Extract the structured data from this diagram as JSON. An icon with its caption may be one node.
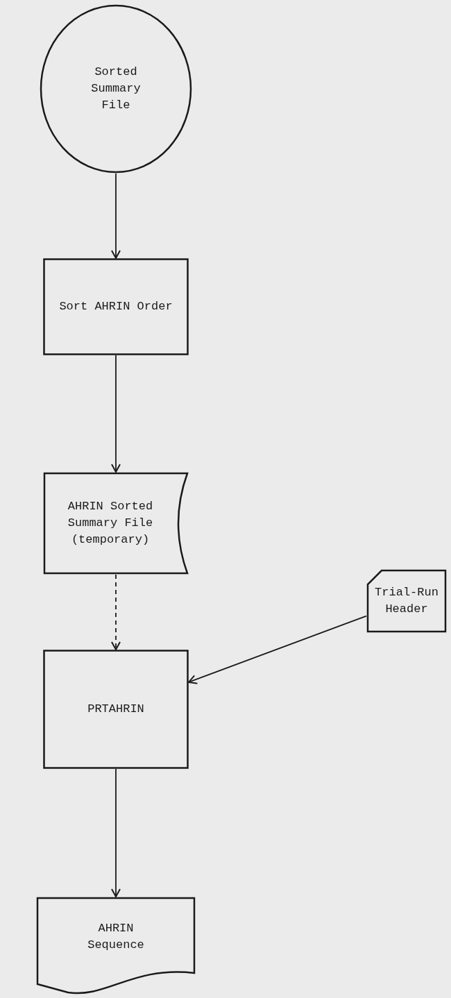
{
  "diagram": {
    "nodes": [
      {
        "text": [
          "Sorted Summary File"
        ]
      },
      {
        "text": [
          "Sort AHRIN Order"
        ]
      },
      {
        "text": [
          "AHRIN Sorted Summary File (temporary)"
        ]
      },
      {
        "text": [
          "Trial-Run Header"
        ]
      },
      {
        "text": [
          "PRTAHRIN"
        ]
      },
      {
        "text": [
          "AHRIN Sequence"
        ]
      }
    ],
    "edges": [
      {
        "from": 0,
        "to": 1,
        "arrow": "to"
      },
      {
        "from": 1,
        "to": 2,
        "arrow": "to"
      },
      {
        "from": 2,
        "to": 4,
        "arrow": "to",
        "style": "dashed"
      },
      {
        "from": 3,
        "to": 4,
        "arrow": "to"
      },
      {
        "from": 4,
        "to": 5,
        "arrow": "to"
      }
    ]
  }
}
